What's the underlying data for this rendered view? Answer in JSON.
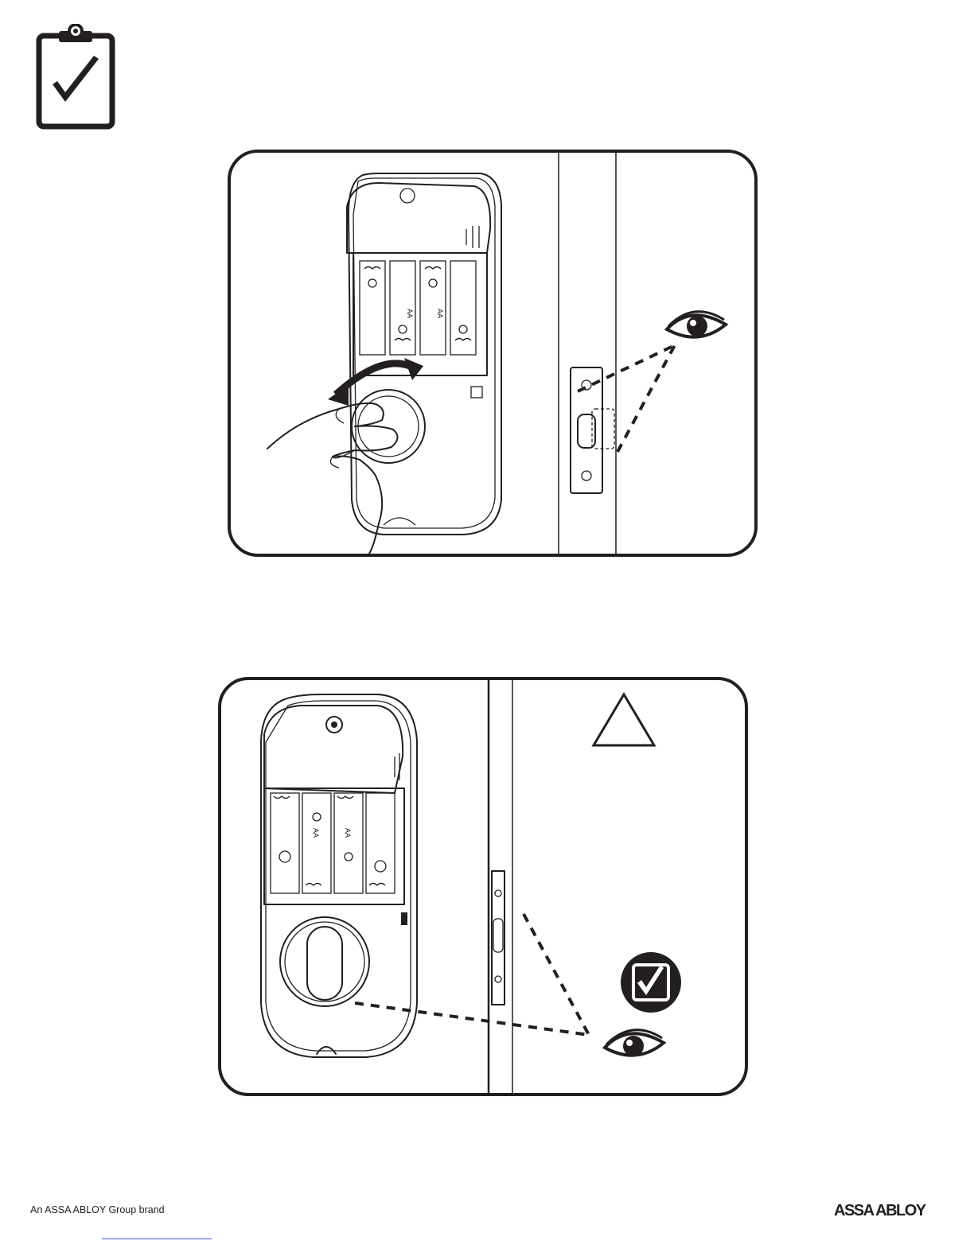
{
  "header": {
    "icon": "clipboard-check-icon"
  },
  "figures": [
    {
      "name": "figure-turn-thumbturn",
      "icons": [
        "hand-icon",
        "rotate-arrow-icon",
        "eye-icon"
      ],
      "battery_label": "AA"
    },
    {
      "name": "figure-check-bolt",
      "icons": [
        "warning-triangle-icon",
        "check-box-icon",
        "eye-icon"
      ],
      "battery_label": "AA"
    }
  ],
  "footer": {
    "tagline": "An ASSA ABLOY Group brand",
    "logo_text": "ASSA ABLOY"
  }
}
